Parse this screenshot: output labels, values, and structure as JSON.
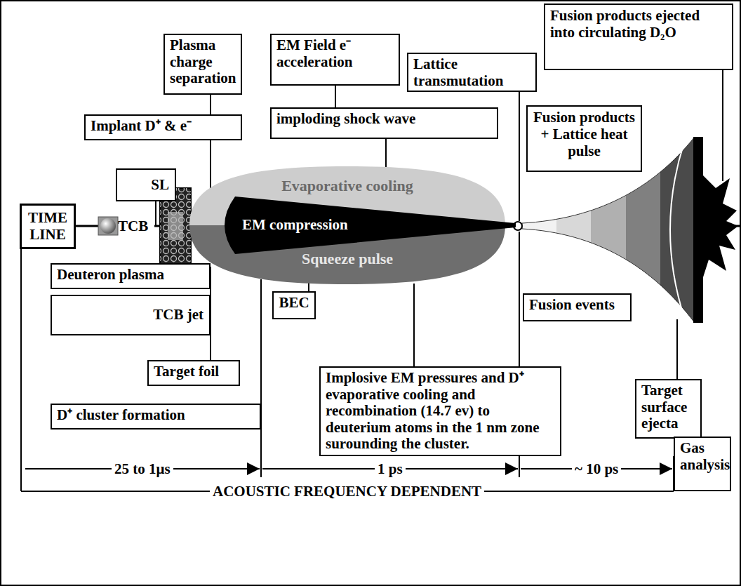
{
  "diagram": {
    "nodes": [
      {
        "text": [
          "TIME LINE"
        ]
      },
      {
        "text": [
          "Plasma charge separation"
        ]
      },
      {
        "text": [
          "Implant D⁺ & e⁻"
        ]
      },
      {
        "text": [
          "SL"
        ]
      },
      {
        "text": [
          "Deuteron plasma"
        ]
      },
      {
        "text": [
          "TCB jet"
        ]
      },
      {
        "text": [
          "Target foil"
        ]
      },
      {
        "text": [
          "D⁺ cluster formation"
        ]
      },
      {
        "text": [
          "EM Field e⁻ acceleration"
        ]
      },
      {
        "text": [
          "imploding shock wave"
        ]
      },
      {
        "text": [
          "Evaporative cooling",
          "Squeeze pulse"
        ]
      },
      {
        "text": [
          "EM compression"
        ],
        "in": 10
      },
      {
        "text": [
          "BEC"
        ]
      },
      {
        "text": [
          "Implosive EM pressures and D⁺ evaporative cooling and recombination (14.7 ev) to deuterium atoms in the 1 nm zone suround­ing the cluster."
        ]
      },
      {
        "text": [
          "Lattice transmutation"
        ]
      },
      {
        "text": [
          "Fusion products ejected into circulating D₂O"
        ]
      },
      {
        "text": [
          "Fusion products + Lattice heat pulse"
        ]
      },
      {
        "text": [
          "Fusion events"
        ]
      },
      {
        "text": [
          "Target surface ejecta"
        ]
      },
      {
        "text": [
          "Gas analysis"
        ]
      }
    ],
    "labels": [
      "TCB",
      "25 to 1μs",
      "1 ps",
      "~ 10 ps",
      "ACOUSTIC FREQUENCY DEPENDENT"
    ]
  }
}
